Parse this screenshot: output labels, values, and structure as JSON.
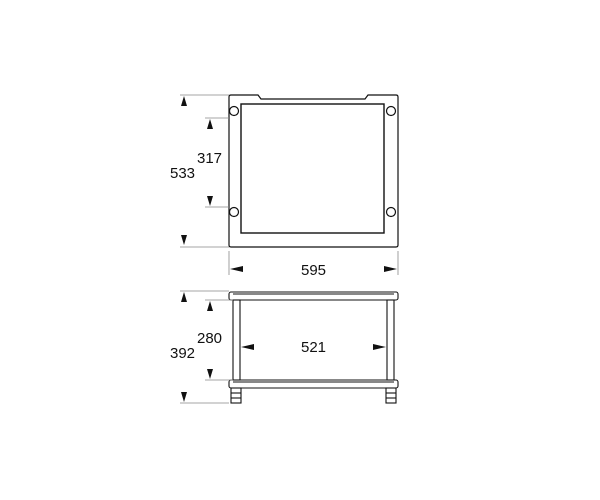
{
  "top_view": {
    "depth_outer": "533",
    "depth_inner": "317",
    "width_outer": "595"
  },
  "front_view": {
    "height_outer": "392",
    "height_inner": "280",
    "width_inner": "521"
  },
  "colors": {
    "line": "#111111",
    "leader": "#888888"
  }
}
